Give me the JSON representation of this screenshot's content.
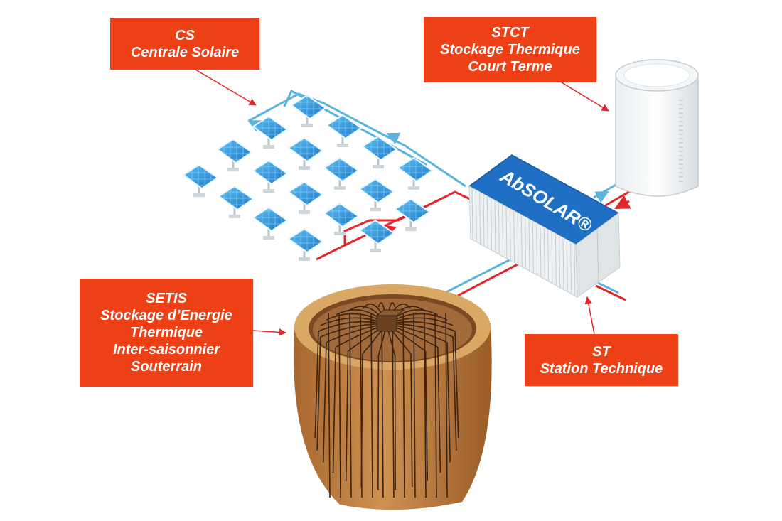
{
  "labels": {
    "cs": {
      "code": "CS",
      "name": "Centrale Solaire"
    },
    "stct": {
      "code": "STCT",
      "line1": "Stockage Thermique",
      "line2": "Court Terme"
    },
    "setis": {
      "code": "SETIS",
      "line1": "Stockage d’Energie",
      "line2": "Thermique",
      "line3": "Inter-saisonnier",
      "line4": "Souterrain"
    },
    "st": {
      "code": "ST",
      "name": "Station Technique"
    }
  },
  "station": {
    "brand": "AbSOLAR®"
  },
  "colors": {
    "label_bg": "#ee4016",
    "label_text": "#ffffff",
    "pipe_hot": "#e3262b",
    "pipe_cold": "#5ab4dc",
    "panel_blue": "#2a8fd6",
    "earth": "#c88a4a",
    "station_roof": "#1f6fc4"
  }
}
